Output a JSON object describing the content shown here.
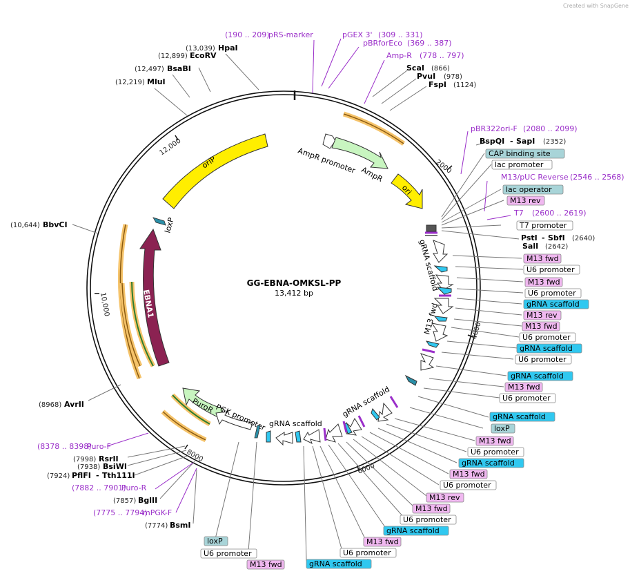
{
  "credit": {
    "text": "Created with SnapGene"
  },
  "plasmid": {
    "name": "GG-EBNA-OMKSL-PP",
    "length": "13,412 bp"
  },
  "ticks": [
    "2000",
    "4000",
    "6000",
    "8000",
    "10,000",
    "12,000"
  ],
  "sites": {
    "hpai": {
      "pos": "(13,039)",
      "name": "HpaI"
    },
    "ecorv": {
      "pos": "(12,899)",
      "name": "EcoRV"
    },
    "bsabi": {
      "pos": "(12,497)",
      "name": "BsaBI"
    },
    "mlui": {
      "pos": "(12,219)",
      "name": "MluI"
    },
    "bbvci": {
      "pos": "(10,644)",
      "name": "BbvCI"
    },
    "avrii": {
      "pos": "(8968)",
      "name": "AvrII"
    },
    "rsrii": {
      "pos": "(7998)",
      "name": "RsrII"
    },
    "bsiwi": {
      "pos": "(7938)",
      "name": "BsiWI"
    },
    "pflfi": {
      "pos": "(7924)",
      "name": "PflFI",
      "name2": "Tth111I"
    },
    "bglii": {
      "pos": "(7857)",
      "name": "BglII"
    },
    "bsmi": {
      "pos": "(7774)",
      "name": "BsmI"
    },
    "scai": {
      "name": "ScaI",
      "pos": "(866)"
    },
    "pvui": {
      "name": "PvuI",
      "pos": "(978)"
    },
    "fspi": {
      "name": "FspI",
      "pos": "(1124)"
    },
    "bspqi": {
      "name": "BspQI",
      "name2": "SapI",
      "pos": "(2352)"
    },
    "psti": {
      "name": "PstI",
      "name2": "SbfI",
      "pos": "(2640)"
    },
    "sali": {
      "name": "SalI",
      "pos": "(2642)"
    }
  },
  "primers": {
    "prs": {
      "range": "(190 .. 209)",
      "name": "pRS-marker"
    },
    "pgex": {
      "name": "pGEX 3'",
      "range": "(309 .. 331)"
    },
    "pbrforeco": {
      "name": "pBRforEco",
      "range": "(369 .. 387)"
    },
    "ampr": {
      "name": "Amp-R",
      "range": "(778 .. 797)"
    },
    "pbr322": {
      "name": "pBR322ori-F",
      "range": "(2080 .. 2099)"
    },
    "m13puc": {
      "name": "M13/pUC Reverse",
      "range": "(2546 .. 2568)"
    },
    "t7": {
      "name": "T7",
      "range": "(2600 .. 2619)"
    },
    "purof": {
      "range": "(8378 .. 8398)",
      "name": "Puro-F"
    },
    "puror": {
      "range": "(7882 .. 7901)",
      "name": "Puro-R"
    },
    "mpgkf": {
      "range": "(7775 .. 7794)",
      "name": "mPGK-F"
    }
  },
  "features": {
    "ampr_promoter": "AmpR promoter",
    "ampr": "AmpR",
    "ori": "ori",
    "orip": "oriP",
    "loxp": "loxP",
    "ebna1": "EBNA1",
    "puror": "PuroR",
    "pgk": "PGK promoter",
    "grna1": "gRNA scaffold",
    "grna2": "gRNA scaffold",
    "grna3": "gRNA scaffold",
    "m13fwd": "M13 fwd"
  },
  "boxes": {
    "right": [
      {
        "text": "CAP binding site",
        "type": "teal"
      },
      {
        "text": "lac promoter",
        "type": "white"
      },
      {
        "text": "lac operator",
        "type": "teal"
      },
      {
        "text": "M13 rev",
        "type": "pink"
      },
      {
        "text": "T7 promoter",
        "type": "white"
      },
      {
        "text": "M13 fwd",
        "type": "pink"
      },
      {
        "text": "U6 promoter",
        "type": "white"
      },
      {
        "text": "M13 fwd",
        "type": "pink"
      },
      {
        "text": "U6 promoter",
        "type": "white"
      },
      {
        "text": "gRNA scaffold",
        "type": "cyan"
      },
      {
        "text": "M13 rev",
        "type": "pink"
      },
      {
        "text": "M13 fwd",
        "type": "pink"
      },
      {
        "text": "U6 promoter",
        "type": "white"
      },
      {
        "text": "gRNA scaffold",
        "type": "cyan"
      },
      {
        "text": "U6 promoter",
        "type": "white"
      },
      {
        "text": "gRNA scaffold",
        "type": "cyan"
      },
      {
        "text": "M13 fwd",
        "type": "pink"
      },
      {
        "text": "U6 promoter",
        "type": "white"
      },
      {
        "text": "gRNA scaffold",
        "type": "cyan"
      },
      {
        "text": "loxP",
        "type": "teal"
      },
      {
        "text": "M13 fwd",
        "type": "pink"
      },
      {
        "text": "U6 promoter",
        "type": "white"
      },
      {
        "text": "gRNA scaffold",
        "type": "cyan"
      },
      {
        "text": "M13 fwd",
        "type": "pink"
      },
      {
        "text": "U6 promoter",
        "type": "white"
      },
      {
        "text": "M13 rev",
        "type": "pink"
      },
      {
        "text": "M13 fwd",
        "type": "pink"
      },
      {
        "text": "U6 promoter",
        "type": "white"
      },
      {
        "text": "gRNA scaffold",
        "type": "cyan"
      },
      {
        "text": "M13 fwd",
        "type": "pink"
      },
      {
        "text": "U6 promoter",
        "type": "white"
      },
      {
        "text": "gRNA scaffold",
        "type": "cyan"
      }
    ],
    "bottom": [
      {
        "text": "loxP",
        "type": "teal"
      },
      {
        "text": "U6 promoter",
        "type": "white"
      },
      {
        "text": "M13 fwd",
        "type": "pink"
      }
    ]
  },
  "colors": {
    "white": "#ffffff",
    "teal": "#a8d4d8",
    "pink": "#f0b8f0",
    "cyan": "#30c8f0",
    "purple": "#9a2ec9",
    "ampr": "#c8f5c0",
    "ori": "#ffee00",
    "ebna1": "#8b2252",
    "orange": "#f5c36a"
  }
}
